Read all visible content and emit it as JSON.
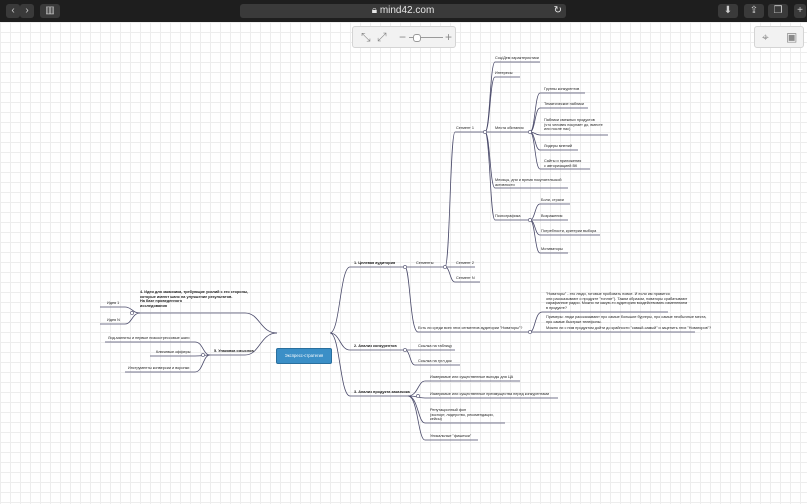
{
  "browser": {
    "url": "mind42.com",
    "icons": [
      "back-icon",
      "forward-icon",
      "sidebar-icon",
      "lock-icon",
      "reload-icon",
      "download-icon",
      "share-icon",
      "tabs-icon",
      "new-tab-icon"
    ]
  },
  "toolbar": {
    "icons": [
      "collapse-icon",
      "expand-icon",
      "zoom-out-icon",
      "zoom-slider",
      "zoom-in-icon",
      "center-icon",
      "overview-icon"
    ]
  },
  "mindmap": {
    "root": "Экспресс-стратегия",
    "b1": "1. Целевая аудитория",
    "segments": "Сегменты",
    "seg1": "Сегмент 1",
    "seg2": "Сегмент 2",
    "segN": "Сегмент N",
    "c_social": "Соц/Дем характеристики",
    "c_interests": "Интересы",
    "c_places": "Места обитания",
    "p_groups": "Группы конкурентов",
    "p_thematic": "Тематические паблики",
    "p_adjacent": "Паблики смежных продуктов\n(что человек покупает до, вместе\nили после нас)",
    "p_leaders": "Лидеры мнений",
    "p_sites": "Сайты и приложения\nс авторизацией ВК",
    "c_time": "Месяцы, дни и время покупательской\nактивности",
    "c_psych": "Психографика",
    "ps_pains": "Боли, страхи",
    "ps_objections": "Возражения",
    "ps_needs": "Потребности, критерии выбора",
    "ps_motivators": "Мотиваторы",
    "innovators_q": "Есть ли среди всех этих сегментов аудитории \"Новаторы\"?",
    "innovators_note": "\"Новаторы\" - это люди, готовые пробовать новое. И если им нравится\nони рассказывают о продукте \"топлят\"). Таким образом, новаторы срабатывают\nсарафанное радио. Можно ли какую-то аудиторию воздействовать изменением\nв продукте?\n\nПримеры: люди рассказывают про самые большие бургеры, про самые необычные места,\nпро самые быстрые телефоны.",
    "innovators_q2": "Можно ли с ним продуктом дойти до крайности \"самый-самый\" и зацепить этих \"Новаторов\"?",
    "b2": "2. Анализ конкурентов",
    "b2_table": "Ссылка на таблицу",
    "b2_doc": "Ссылка на гугл док",
    "b3": "3. Анализ продукта заказчика",
    "b3_1": "Измеримые или существенные выгоды для ЦА",
    "b3_2": "Измеримые или существенные преимущества перед конкурентами",
    "b3_3": "Репутационный фон\n(экспорт, лидерство, рекомендации,\nкейсы)",
    "b3_4": "Уникальные \"фишечки\"",
    "b4": "4. Идеи для заказчика, требующие усилий с его стороны,\nкоторые имеют шанс на улучшение результатов.\nНа базе проведенного\nисследования",
    "b4_1": "Идея 1",
    "b4_n": "Идея N",
    "b5": "5. Упаковка смыслов",
    "b5_1": "Лид-магниты и первые низкострессовые шаги",
    "b5_2": "Ключевые офферы",
    "b5_3": "Инструменты конверсии и воронки"
  },
  "colors": {
    "accent": "#3b8fc7",
    "line": "#4a4a6a",
    "chrome": "#1e1e1e"
  }
}
